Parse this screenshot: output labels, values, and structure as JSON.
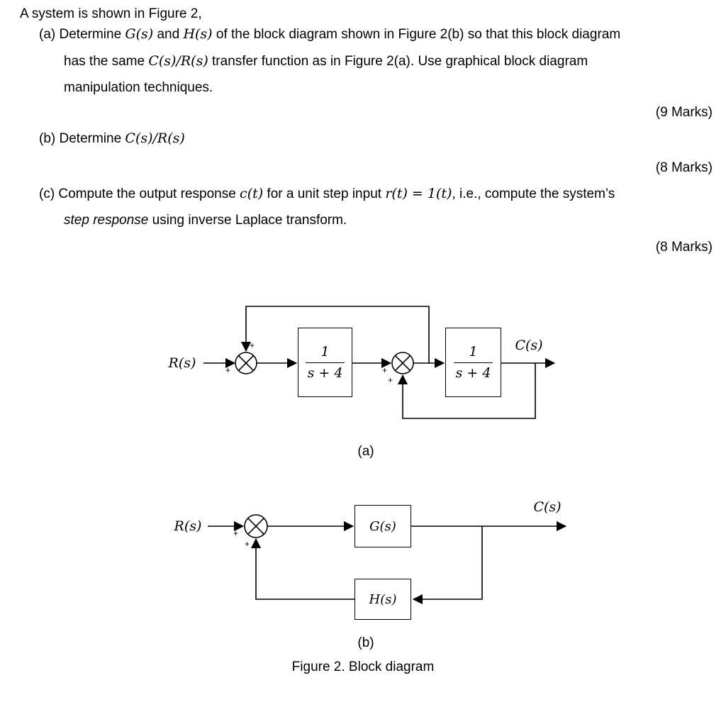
{
  "page": {
    "paper_color": "#ffffff",
    "ink_color": "#000000"
  },
  "question": {
    "line1": "A system is shown in Figure 2,",
    "item_a": {
      "l1_t1": "(a) Determine ",
      "l1_m1": "G(s)",
      "l1_t2": " and ",
      "l1_m2": "H(s)",
      "l1_t3": " of the block diagram shown in Figure 2(b) so that this block diagram",
      "l2_t1": "has the same ",
      "l2_m1": "C(s)/R(s)",
      "l2_t2": " transfer function as in Figure 2(a). Use graphical block diagram",
      "l3": "manipulation techniques.",
      "marks": "(9 Marks)"
    },
    "item_b": {
      "t1": "(b) Determine ",
      "m1": "C(s)/R(s)",
      "marks": "(8 Marks)"
    },
    "item_c": {
      "l1_t1": "(c) Compute the output response ",
      "l1_m1": "c(t)",
      "l1_t2": " for a unit step input ",
      "l1_m2": "r(t) = 1(t)",
      "l1_t3": ", i.e., compute the system’s",
      "l2_i1": "step response",
      "l2_t1": " using inverse Laplace transform.",
      "marks": "(8 Marks)"
    }
  },
  "figure": {
    "caption": "Figure 2. Block diagram",
    "a": {
      "label": "(a)",
      "input": "R(s)",
      "output": "C(s)",
      "block1_num": "1",
      "block1_den": "s + 4",
      "block2_num": "1",
      "block2_den": "s + 4",
      "sum1_sign_w": "+",
      "sum1_sign_n": "+",
      "sum2_sign_w": "+",
      "sum2_sign_s": "+"
    },
    "b": {
      "label": "(b)",
      "input": "R(s)",
      "output": "C(s)",
      "forward_block": "G(s)",
      "feedback_block": "H(s)",
      "sum_sign_w": "+",
      "sum_sign_s": "+"
    }
  }
}
